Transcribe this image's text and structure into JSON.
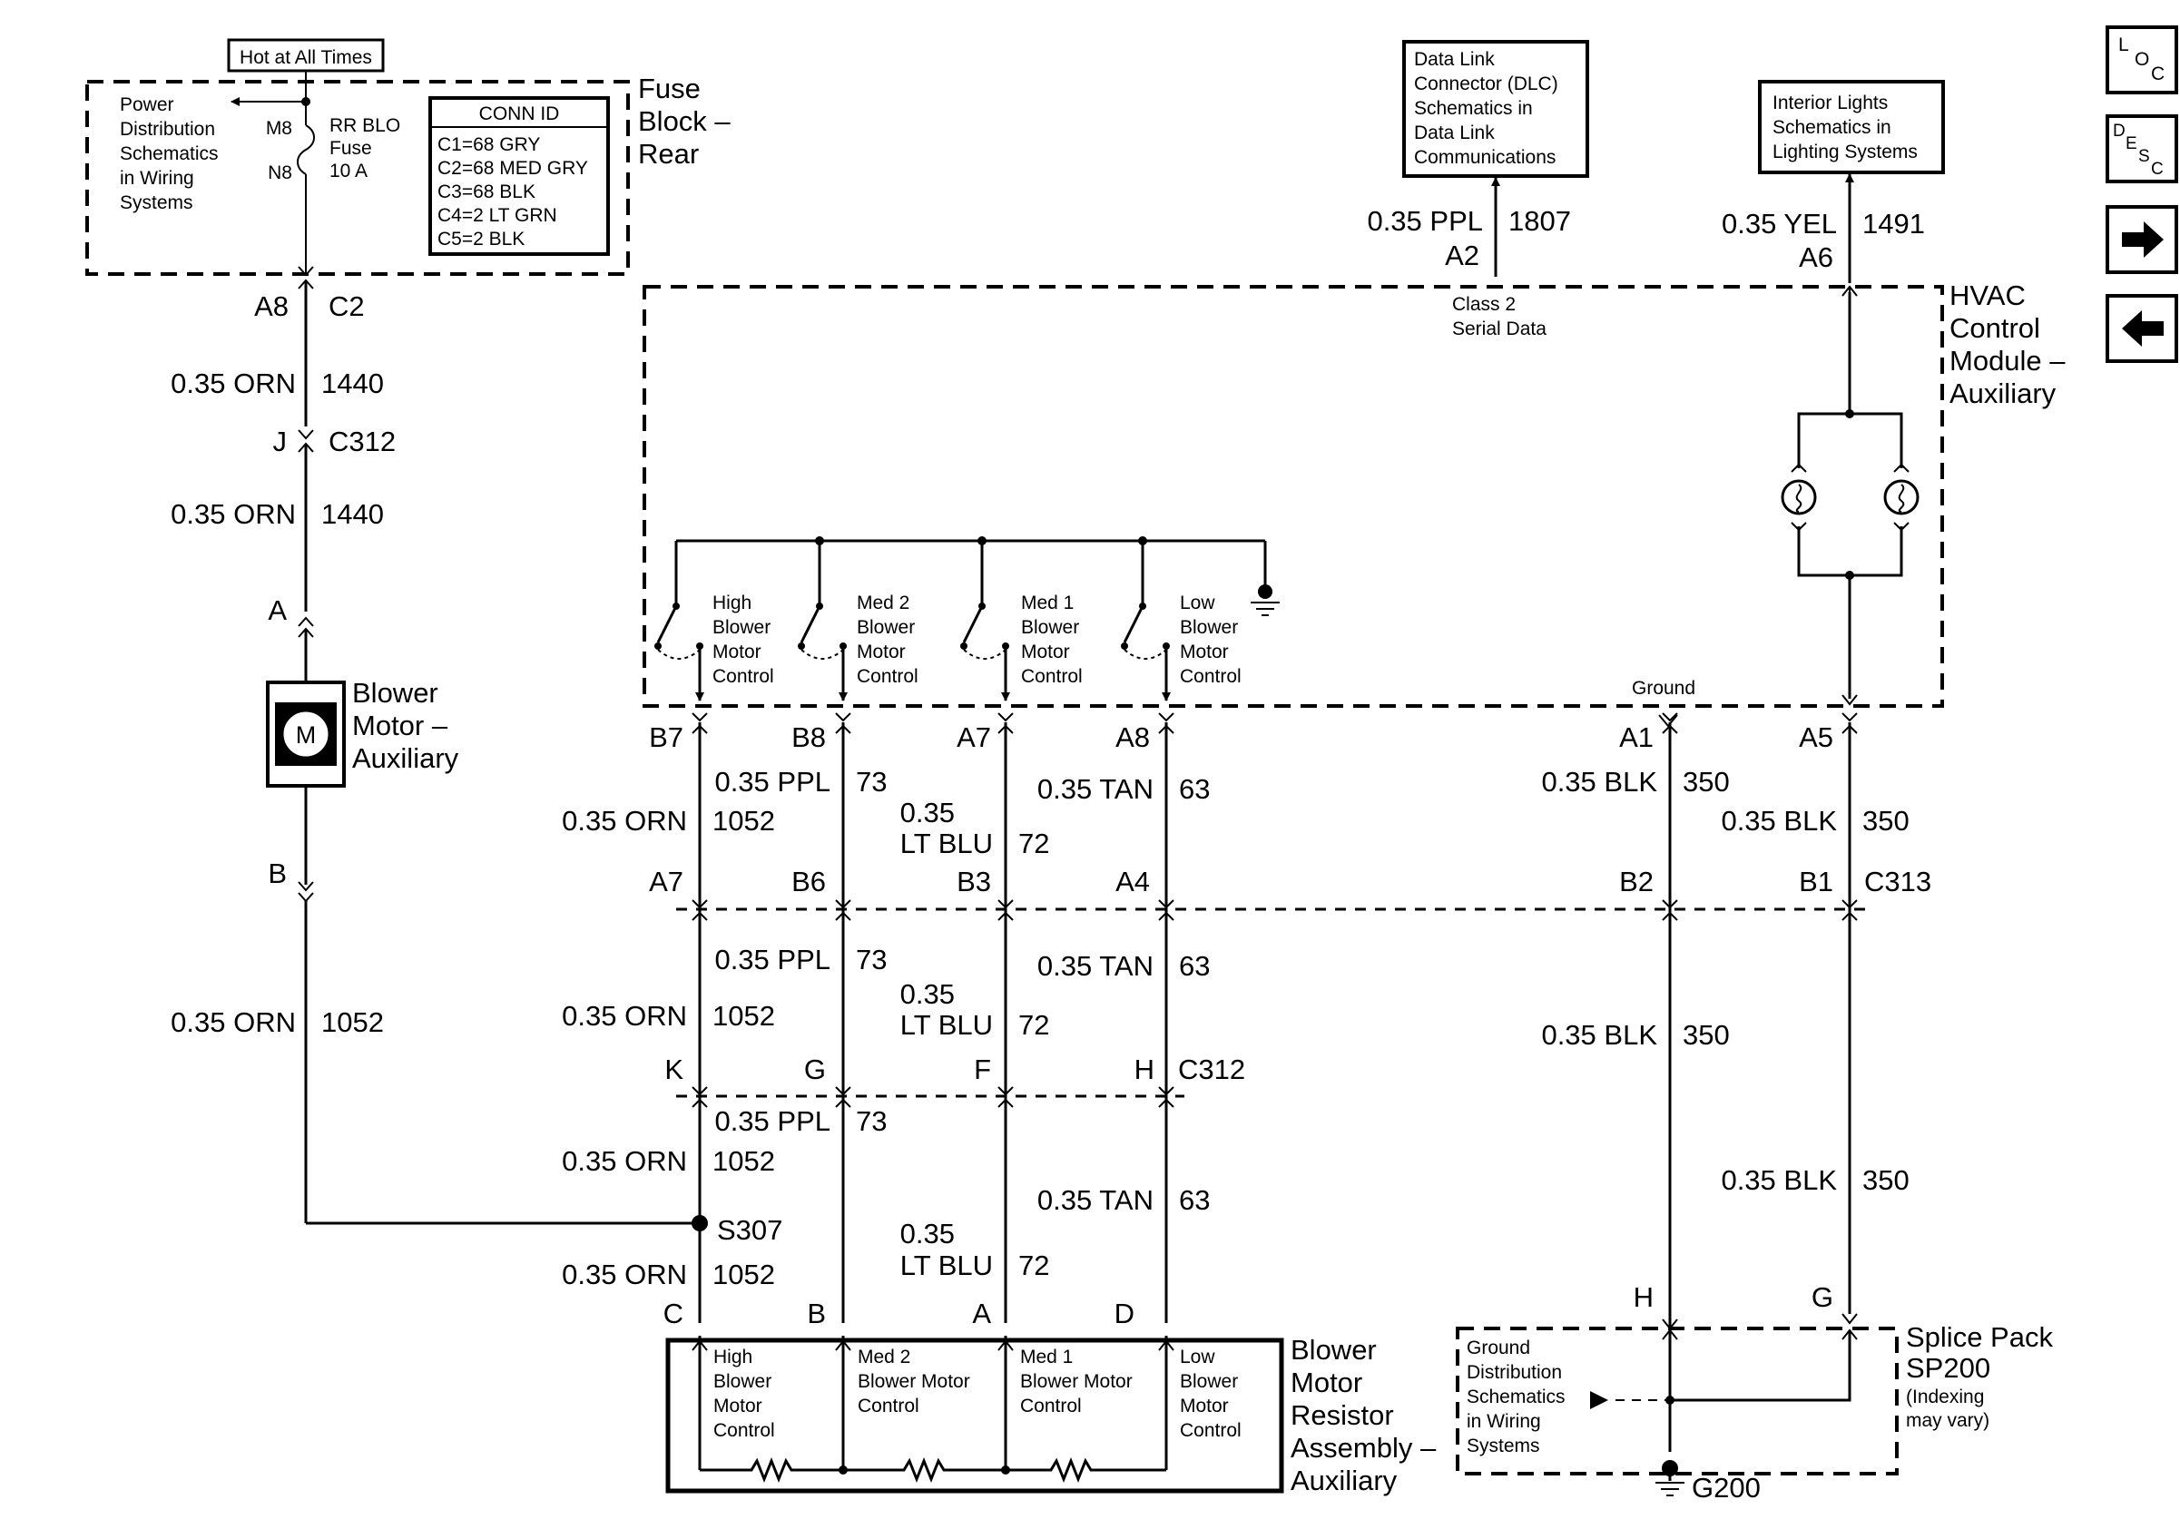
{
  "fuse_block": {
    "hot_label": "Hot at All Times",
    "name": [
      "Fuse",
      "Block –",
      "Rear"
    ],
    "power_ref": [
      "Power",
      "Distribution",
      "Schematics",
      "in Wiring",
      "Systems"
    ],
    "pin_top": "M8",
    "pin_bottom": "N8",
    "fuse_label": [
      "RR BLO",
      "Fuse",
      "10 A"
    ],
    "conn_id_title": "CONN ID",
    "conn_ids": [
      "C1=68 GRY",
      "C2=68 MED GRY",
      "C3=68 BLK",
      "C4=2 LT GRN",
      "C5=2 BLK"
    ],
    "out_pin": "A8",
    "out_conn": "C2"
  },
  "blower_wire": {
    "w1_color": "0.35 ORN",
    "w1_circuit": "1440",
    "c312_pin": "J",
    "c312_label": "C312",
    "w2_color": "0.35 ORN",
    "w2_circuit": "1440",
    "motor_pin_a": "A",
    "motor_symbol": "M",
    "motor_name": [
      "Blower",
      "Motor –",
      "Auxiliary"
    ],
    "motor_pin_b": "B",
    "w3_color": "0.35 ORN",
    "w3_circuit": "1052"
  },
  "dlc": {
    "box_lines": [
      "Data Link",
      "Connector (DLC)",
      "Schematics in",
      "Data Link",
      "Communications"
    ],
    "wire_color": "0.35 PPL",
    "wire_circuit": "1807",
    "pin": "A2",
    "serial_label": [
      "Class 2",
      "Serial Data"
    ]
  },
  "lights": {
    "box_lines": [
      "Interior Lights",
      "Schematics in",
      "Lighting Systems"
    ],
    "wire_color": "0.35 YEL",
    "wire_circuit": "1491",
    "pin": "A6"
  },
  "hvac": {
    "name": [
      "HVAC",
      "Control",
      "Module –",
      "Auxiliary"
    ],
    "ground_label": "Ground",
    "switches": [
      [
        "High",
        "Blower",
        "Motor",
        "Control"
      ],
      [
        "Med 2",
        "Blower",
        "Motor",
        "Control"
      ],
      [
        "Med 1",
        "Blower",
        "Motor",
        "Control"
      ],
      [
        "Low",
        "Blower",
        "Motor",
        "Control"
      ]
    ]
  },
  "pins": {
    "hvac_row": [
      "B7",
      "B8",
      "A7",
      "A8",
      "A1",
      "A5"
    ],
    "c313_row": [
      "A7",
      "B6",
      "B3",
      "A4",
      "B2",
      "B1"
    ],
    "c313_label": "C313",
    "c312_row": [
      "K",
      "G",
      "F",
      "H"
    ],
    "c312_label": "C312",
    "resistor_row": [
      "C",
      "B",
      "A",
      "D"
    ],
    "splice_row": [
      "H",
      "G"
    ]
  },
  "wires": {
    "seg1": {
      "orn": [
        "0.35 ORN",
        "1052"
      ],
      "ppl": [
        "0.35 PPL",
        "73"
      ],
      "ltblu": [
        "0.35",
        "LT BLU",
        "72"
      ],
      "tan": [
        "0.35 TAN",
        "63"
      ],
      "blk1": [
        "0.35 BLK",
        "350"
      ],
      "blk2": [
        "0.35 BLK",
        "350"
      ]
    },
    "seg2": {
      "orn": [
        "0.35 ORN",
        "1052"
      ],
      "ppl": [
        "0.35 PPL",
        "73"
      ],
      "ltblu": [
        "0.35",
        "LT BLU",
        "72"
      ],
      "tan": [
        "0.35 TAN",
        "63"
      ],
      "blk1": [
        "0.35 BLK",
        "350"
      ]
    },
    "seg3": {
      "orn_a": [
        "0.35 ORN",
        "1052"
      ],
      "ppl": [
        "0.35 PPL",
        "73"
      ],
      "splice": "S307",
      "orn_b": [
        "0.35 ORN",
        "1052"
      ],
      "ltblu": [
        "0.35",
        "LT BLU",
        "72"
      ],
      "tan": [
        "0.35 TAN",
        "63"
      ],
      "blk2": [
        "0.35 BLK",
        "350"
      ]
    }
  },
  "resistor": {
    "name": [
      "Blower",
      "Motor",
      "Resistor",
      "Assembly –",
      "Auxiliary"
    ],
    "cells": [
      [
        "High",
        "Blower",
        "Motor",
        "Control"
      ],
      [
        "Med 2",
        "Blower Motor",
        "Control"
      ],
      [
        "Med 1",
        "Blower Motor",
        "Control"
      ],
      [
        "Low",
        "Blower",
        "Motor",
        "Control"
      ]
    ]
  },
  "splice_pack": {
    "name": [
      "Splice Pack",
      "SP200"
    ],
    "note": [
      "(Indexing",
      "may vary)"
    ],
    "ground_ref": [
      "Ground",
      "Distribution",
      "Schematics",
      "in Wiring",
      "Systems"
    ],
    "ground_id": "G200"
  },
  "nav": {
    "loc": [
      "L",
      "O",
      "C"
    ],
    "desc": [
      "D",
      "E",
      "S",
      "C"
    ]
  }
}
